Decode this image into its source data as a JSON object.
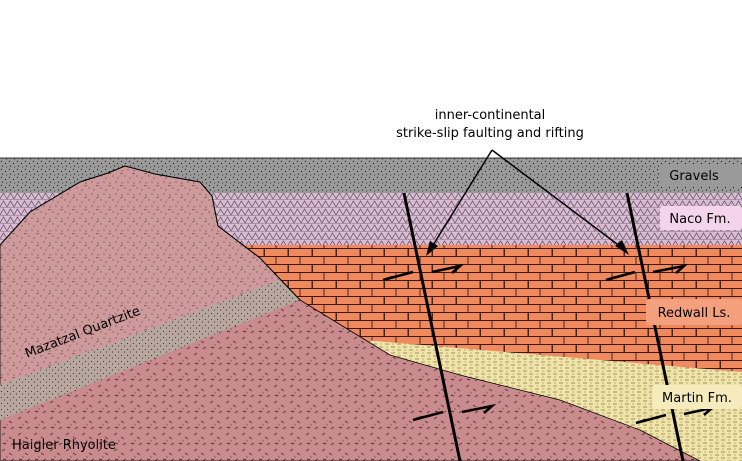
{
  "annotation": {
    "line1": "inner-continental",
    "line2": "strike-slip faulting and rifting"
  },
  "units": {
    "gravels": "Gravels",
    "naco": "Naco Fm.",
    "redwall": "Redwall Ls.",
    "martin": "Martin Fm.",
    "mazatzal": "Mazatzal Quartzite",
    "haigler": "Haigler Rhyolite"
  },
  "colors": {
    "gravels": "#9a9a9a",
    "naco": "#d9bcd3",
    "naco_label_bg": "#f4d4ea",
    "redwall": "#f08a5e",
    "redwall_label_bg": "#f4a07c",
    "martin": "#f1e4a8",
    "martin_label_bg": "#f6ebbd",
    "mazatzal": "#cf9a9c",
    "mazatzal_band": "#b7a79e",
    "haigler": "#c98b8e",
    "line": "#000000"
  }
}
